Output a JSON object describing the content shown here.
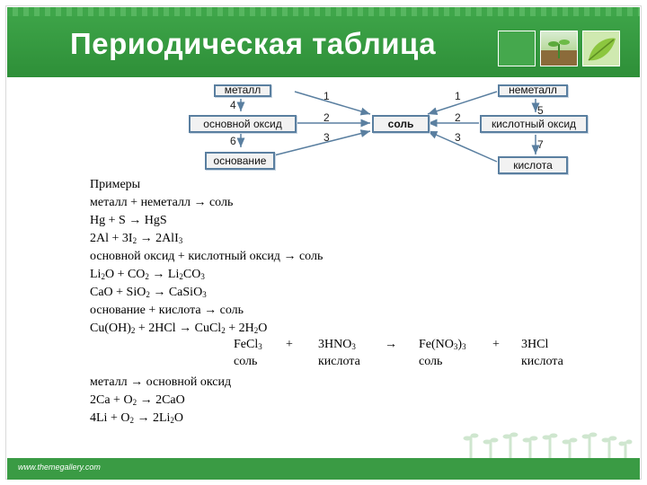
{
  "header": {
    "title": "Периодическая таблица"
  },
  "scheme": {
    "boxes": {
      "metal": "металл",
      "basic_oxide": "основной оксид",
      "base": "основание",
      "salt": "соль",
      "nonmetal": "неметалл",
      "acid_oxide": "кислотный оксид",
      "acid": "кислота"
    },
    "left_numbers": [
      "4",
      "6"
    ],
    "arrow_left_numbers": [
      "1",
      "2",
      "3"
    ],
    "right_numbers": [
      "5",
      "7"
    ],
    "arrow_right_numbers": [
      "1",
      "2",
      "3"
    ]
  },
  "examples": {
    "heading": "Примеры",
    "l1": "металл + неметалл",
    "l1_result": "соль",
    "l4": "основной оксид + кислотный оксид",
    "l4_result": "соль",
    "l7": "основание + кислота",
    "l7_result": "соль",
    "table": {
      "c1_formula": "FeCl",
      "c1_label": "соль",
      "plus1": "+",
      "c2_formula": "3HNO",
      "c2_label": "кислота",
      "c3_formula": "Fe(NO",
      "c3_label": "соль",
      "plus2": "+",
      "c4_formula": "3HCl",
      "c4_label": "кислота"
    },
    "l9": "металл",
    "l9_result": "основной оксид"
  },
  "footer": {
    "url": "www.themegallery.com"
  },
  "colors": {
    "header_green": "#3fa64a",
    "box_border": "#5a7fa0",
    "footer_green": "#3a9b44"
  },
  "icons": [
    "arrow-right-icon",
    "sprout-photo",
    "leaf-photo",
    "plant-silhouette-decoration"
  ]
}
